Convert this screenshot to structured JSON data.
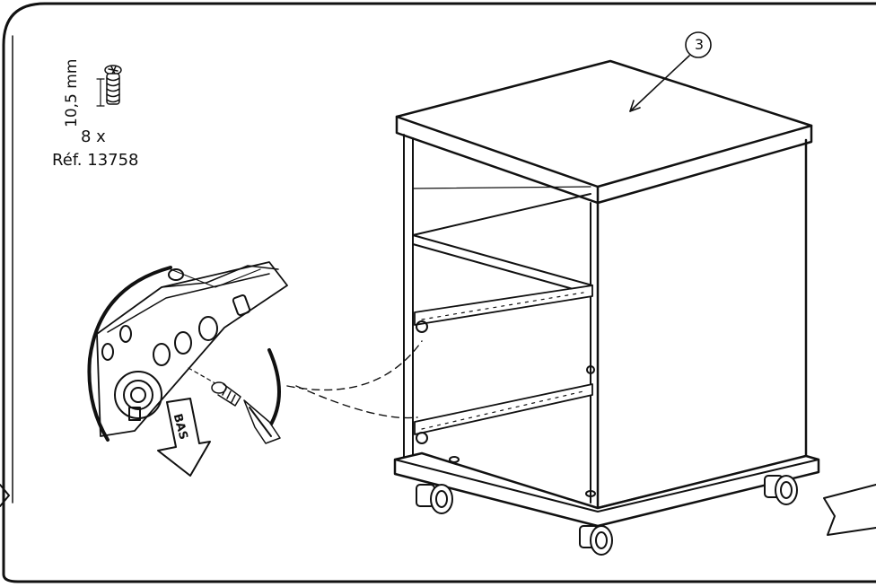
{
  "hardware": {
    "dimension_label": "10,5 mm",
    "quantity_label": "8 x",
    "reference_label": "Réf. 13758",
    "icon": "cam-screw-icon"
  },
  "assembly": {
    "part_number": "3",
    "direction_label": "BAS",
    "icons": [
      "drawer-runner-detail-icon",
      "screwdriver-icon",
      "cabinet-icon",
      "caster-wheel-icon",
      "next-step-arrow-icon"
    ]
  },
  "colors": {
    "line": "#111111",
    "background": "#ffffff"
  }
}
